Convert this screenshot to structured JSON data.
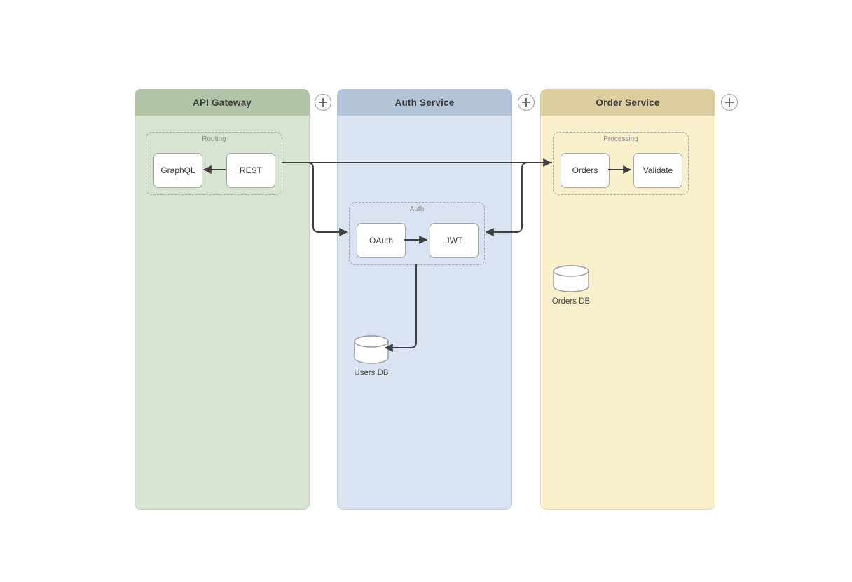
{
  "diagram": {
    "lanes": [
      {
        "title": "API Gateway",
        "colors": {
          "header": "#b2c4a8",
          "body": "#d8e4d2",
          "border": "#c2d2bb"
        },
        "group": {
          "label": "Routing",
          "nodes": [
            "GraphQL",
            "REST"
          ]
        },
        "databases": []
      },
      {
        "title": "Auth Service",
        "colors": {
          "header": "#b3c4d9",
          "body": "#d9e3f2",
          "border": "#c4d1e4"
        },
        "group": {
          "label": "Auth",
          "nodes": [
            "OAuth",
            "JWT"
          ]
        },
        "databases": [
          {
            "label": "Users DB"
          }
        ]
      },
      {
        "title": "Order Service",
        "colors": {
          "header": "#dcce9e",
          "body": "#faf0cc",
          "border": "#e7d9ad"
        },
        "group": {
          "label": "Processing",
          "nodes": [
            "Orders",
            "Validate"
          ]
        },
        "databases": [
          {
            "label": "Orders DB"
          }
        ]
      }
    ],
    "edges": [
      {
        "from": "REST",
        "to": "GraphQL"
      },
      {
        "from": "OAuth",
        "to": "JWT"
      },
      {
        "from": "Orders",
        "to": "Validate"
      },
      {
        "from": "Routing",
        "to": "Processing"
      },
      {
        "from": "Routing",
        "to": "Auth"
      },
      {
        "from": "Processing",
        "to": "Auth"
      },
      {
        "from": "Auth",
        "to": "Users DB"
      }
    ],
    "edge_color": "#3f3f3f",
    "add_button_icon": "plus-icon",
    "canvas_background": "#ffffff"
  }
}
